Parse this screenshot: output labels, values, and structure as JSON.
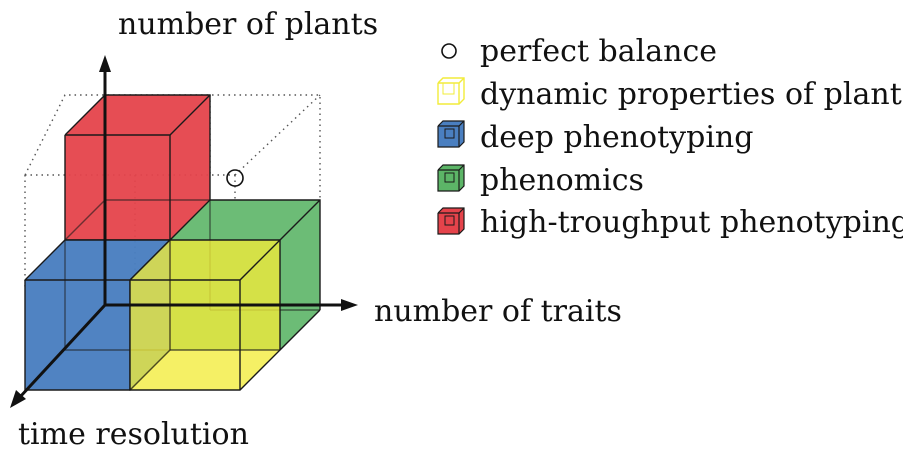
{
  "axes": {
    "y_label": "number of plants",
    "x_label": "number of traits",
    "z_label": "time resolution"
  },
  "legend": {
    "items": [
      {
        "key": "balance",
        "label": "perfect balance",
        "icon": "circle-icon"
      },
      {
        "key": "dynamic",
        "label": "dynamic properties of plants",
        "icon": "cube-outline-icon",
        "color": "#f2ec3a"
      },
      {
        "key": "deep",
        "label": "deep phenotyping",
        "icon": "cube-icon",
        "color": "#4a7fc0"
      },
      {
        "key": "phenomics",
        "label": "phenomics",
        "icon": "cube-icon",
        "color": "#5cb567"
      },
      {
        "key": "htp",
        "label": "high-troughput phenotyping",
        "icon": "cube-icon",
        "color": "#e5434b"
      }
    ]
  },
  "colors": {
    "red": "#e5434b",
    "blue": "#4a7fc0",
    "green": "#5cb567",
    "yellow": "#f2ec3a"
  }
}
